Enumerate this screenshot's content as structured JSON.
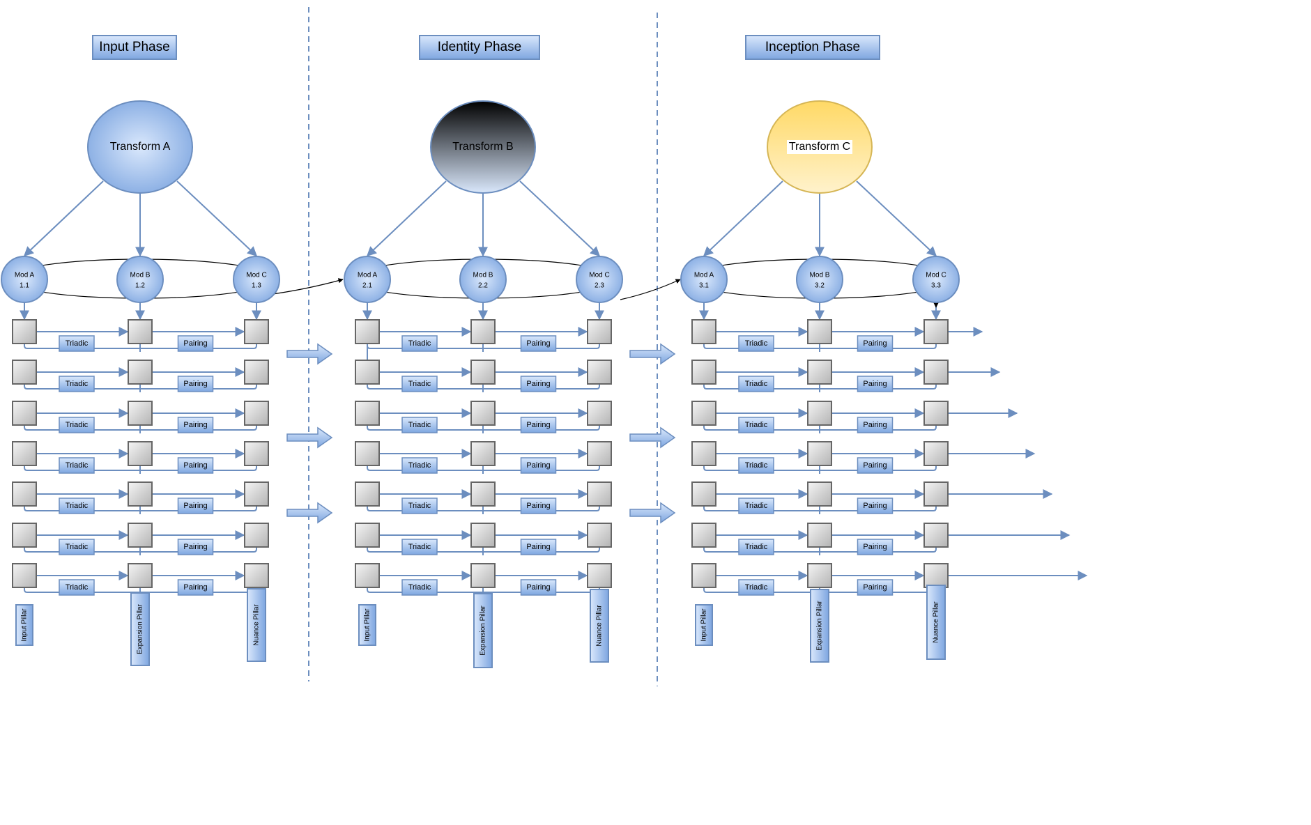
{
  "phases": [
    {
      "title": "Input Phase",
      "transform": {
        "label": "Transform A",
        "style": "blue"
      },
      "mods": [
        {
          "name": "Mod A",
          "id": "1.1"
        },
        {
          "name": "Mod B",
          "id": "1.2"
        },
        {
          "name": "Mod C",
          "id": "1.3"
        }
      ],
      "pillars": [
        "Input Pillar",
        "Expansion Pillar",
        "Nuance Pillar"
      ]
    },
    {
      "title": "Identity Phase",
      "transform": {
        "label": "Transform B",
        "style": "dark"
      },
      "mods": [
        {
          "name": "Mod A",
          "id": "2.1"
        },
        {
          "name": "Mod B",
          "id": "2.2"
        },
        {
          "name": "Mod C",
          "id": "2.3"
        }
      ],
      "pillars": [
        "Input Pillar",
        "Expansion Pillar",
        "Nuance Pillar"
      ]
    },
    {
      "title": "Inception Phase",
      "transform": {
        "label": "Transform C",
        "style": "gold"
      },
      "mods": [
        {
          "name": "Mod A",
          "id": "3.1"
        },
        {
          "name": "Mod B",
          "id": "3.2"
        },
        {
          "name": "Mod C",
          "id": "3.3"
        }
      ],
      "pillars": [
        "Input Pillar",
        "Expansion Pillar",
        "Nuance Pillar"
      ]
    }
  ],
  "row_labels": {
    "left": "Triadic",
    "right": "Pairing"
  },
  "colors": {
    "blue_line": "#6c8ebf",
    "title_fill": "#a9c4eb",
    "box_fill": "#d9d9d9",
    "box_stroke": "#666666",
    "divider": "#6c8ebf",
    "gold": "#ffd966"
  }
}
